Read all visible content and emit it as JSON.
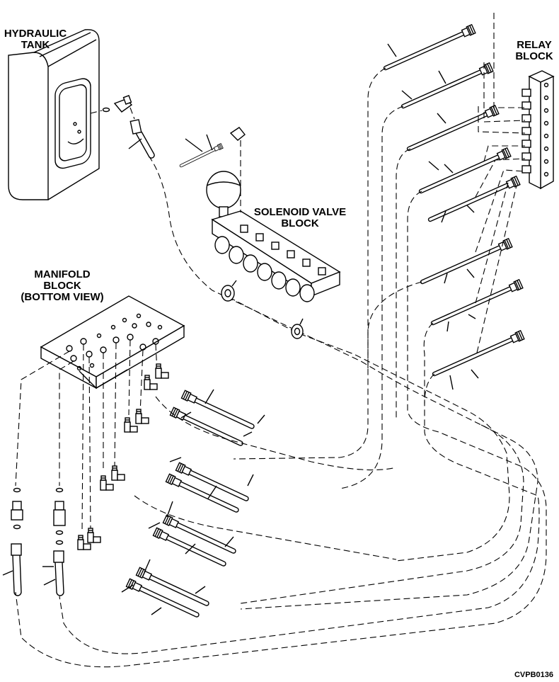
{
  "labels": {
    "hydraulic_tank": [
      "HYDRAULIC",
      "TANK"
    ],
    "relay_block": [
      "RELAY",
      "BLOCK"
    ],
    "solenoid_valve_block": [
      "SOLENOID VALVE",
      "BLOCK"
    ],
    "manifold_block": [
      "MANIFOLD",
      "BLOCK",
      "(BOTTOM VIEW)"
    ]
  },
  "figure_code": "CVPB0136"
}
